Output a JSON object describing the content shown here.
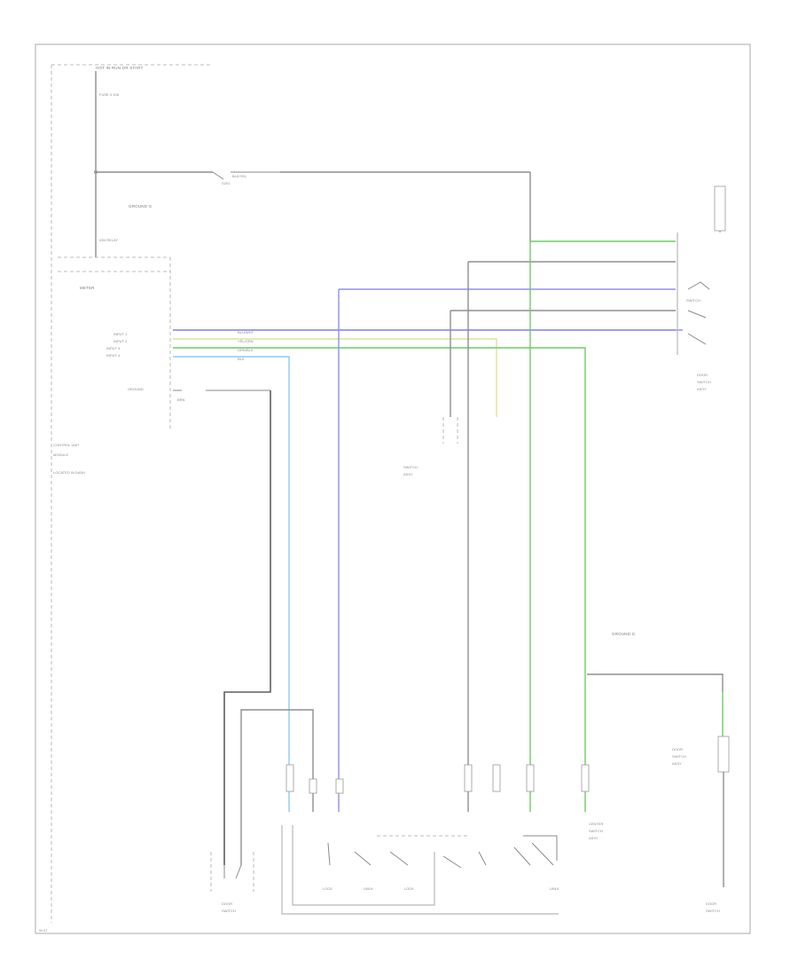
{
  "labels": {
    "hot_in_run": "HOT IN RUN OR START",
    "fuse": "FUSE 4 10A",
    "ground_c": "GROUND G",
    "splice": "S201",
    "relay_ign": "IGN RELAY",
    "meter": "METER",
    "signal_lines": [
      "INPUT 1",
      "INPUT 2",
      "INPUT 3",
      "INPUT 4"
    ],
    "ground_in": "GROUND",
    "control_unit": "CONTROL UNIT",
    "module_note": "MODULE",
    "module_note2": "LOCATED IN DASH",
    "wire_codes": [
      "BLK/YEL",
      "BLU/WHT",
      "GRN/BLK",
      "YEL/GRN",
      "BLK",
      "BRN"
    ],
    "ground_mid": "GROUND G",
    "switch_top_right": "SWITCH",
    "switch_right_desc": [
      "DOOR",
      "SWITCH",
      "ASSY"
    ],
    "left_switch": [
      "DOOR",
      "SWITCH"
    ],
    "right_switch": [
      "DOOR",
      "SWITCH"
    ],
    "center_switch": [
      "CENTER",
      "SWITCH",
      "ASSY"
    ],
    "mid_switch": [
      "SWITCH",
      "ASSY"
    ],
    "bottom_contacts": [
      "LOCK",
      "UNLK",
      "LOCK",
      "UNLK"
    ],
    "page_ref": "W-47"
  }
}
